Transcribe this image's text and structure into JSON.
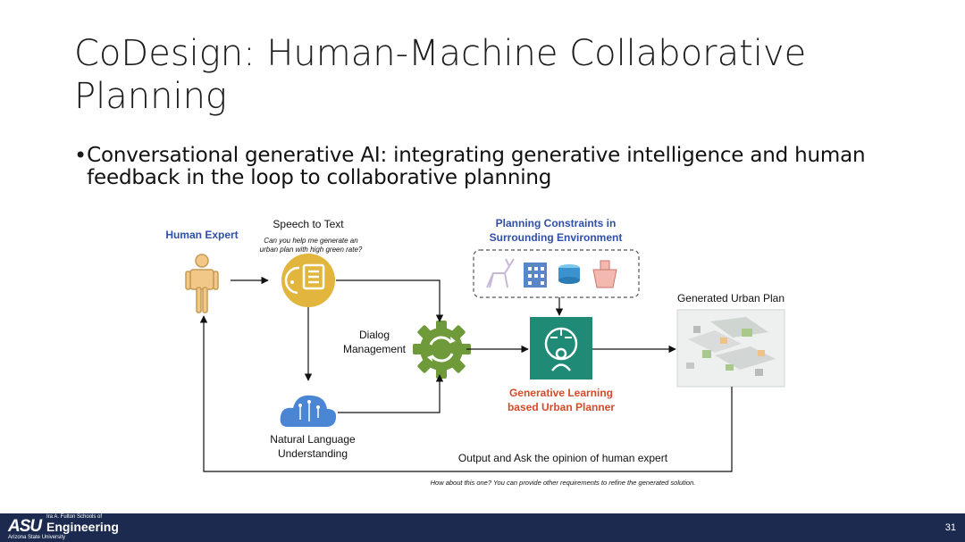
{
  "slide": {
    "title": "CoDesign: Human-Machine Collaborative Planning",
    "bullet": "Conversational generative AI: integrating generative intelligence and human feedback in the loop to collaborative planning",
    "page_number": "31"
  },
  "diagram": {
    "human_expert": "Human Expert",
    "speech_to_text": "Speech to Text",
    "speech_query_line1": "Can you help me generate an",
    "speech_query_line2": "urban plan with high green rate?",
    "constraints_line1": "Planning Constraints in",
    "constraints_line2": "Surrounding Environment",
    "dialog_line1": "Dialog",
    "dialog_line2": "Management",
    "nlu_line1": "Natural Language",
    "nlu_line2": "Understanding",
    "planner_line1": "Generative Learning",
    "planner_line2": "based Urban Planner",
    "generated_plan": "Generated Urban Plan",
    "output_ask": "Output and Ask the opinion of human expert",
    "reply_text": "How about this one? You can provide other requirements to refine the generated solution."
  },
  "footer": {
    "school_small": "Ira A. Fulton Schools of",
    "school_big": "Engineering",
    "logo_text": "ASU",
    "university": "Arizona State University"
  },
  "colors": {
    "title_text": "#1c1c1c",
    "human_expert_label": "#2f4fa8",
    "constraints_label": "#2f4fa8",
    "planner_label": "#d64a2a",
    "speech_icon": "#e2b63c",
    "dialog_gear": "#6f9a3a",
    "planner_icon": "#1f8a76",
    "nlu_cloud": "#4a86d4",
    "human_icon": "#f2c889",
    "footer_bg": "#1b2a4e"
  }
}
